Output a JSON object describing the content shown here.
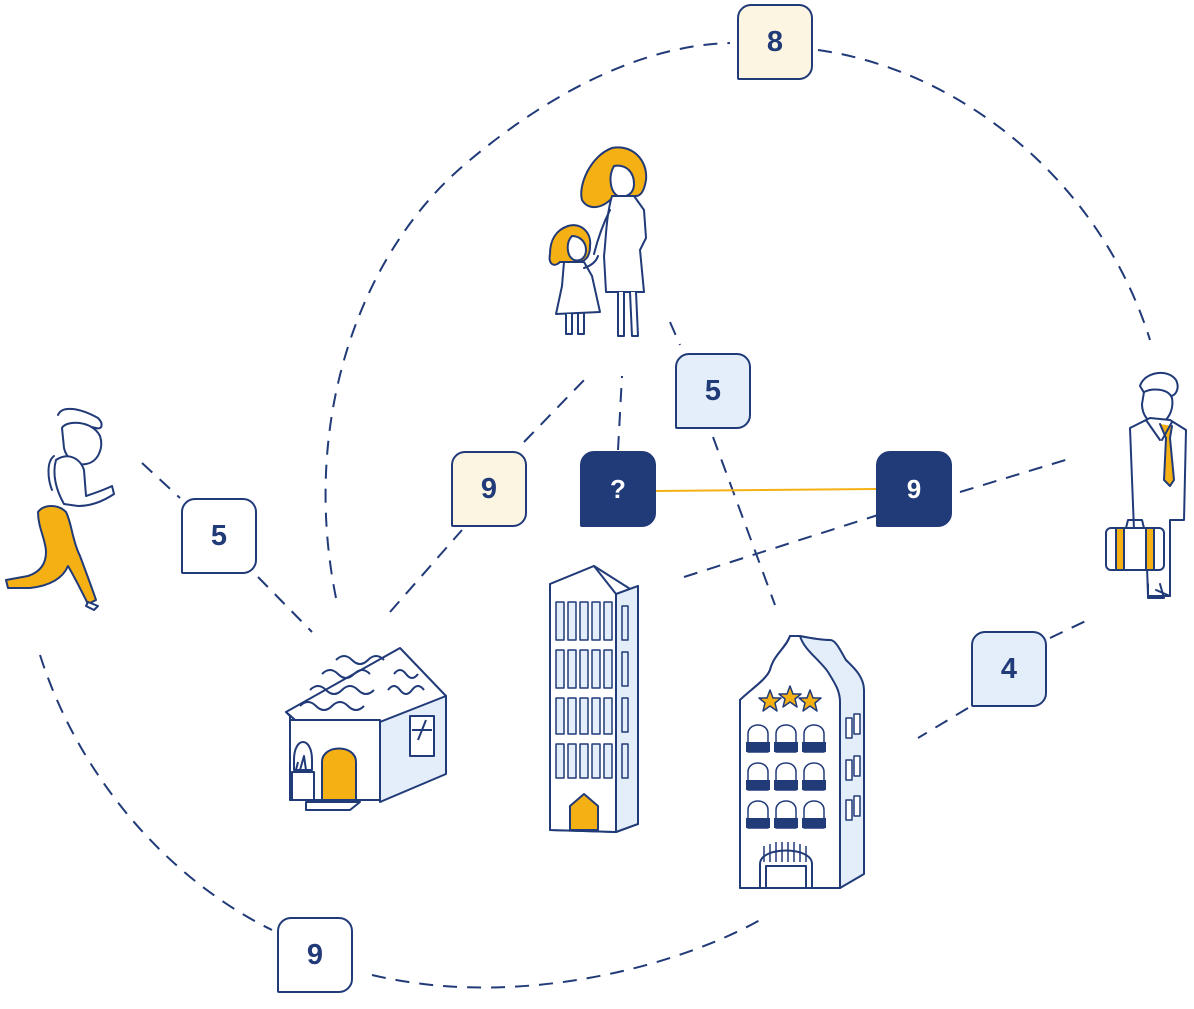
{
  "colors": {
    "navy": "#213a78",
    "accent": "#f5b014",
    "cream": "#fbf5e1",
    "light_blue": "#e3eefa"
  },
  "badges": {
    "top": "8",
    "family": "5",
    "runner": "5",
    "house": "9",
    "unknown": "?",
    "businessman": "9",
    "hotel": "4",
    "bottom": "9"
  },
  "icons": [
    "runner-icon",
    "family-icon",
    "businessman-icon",
    "house-icon",
    "tower-icon",
    "hotel-icon"
  ]
}
